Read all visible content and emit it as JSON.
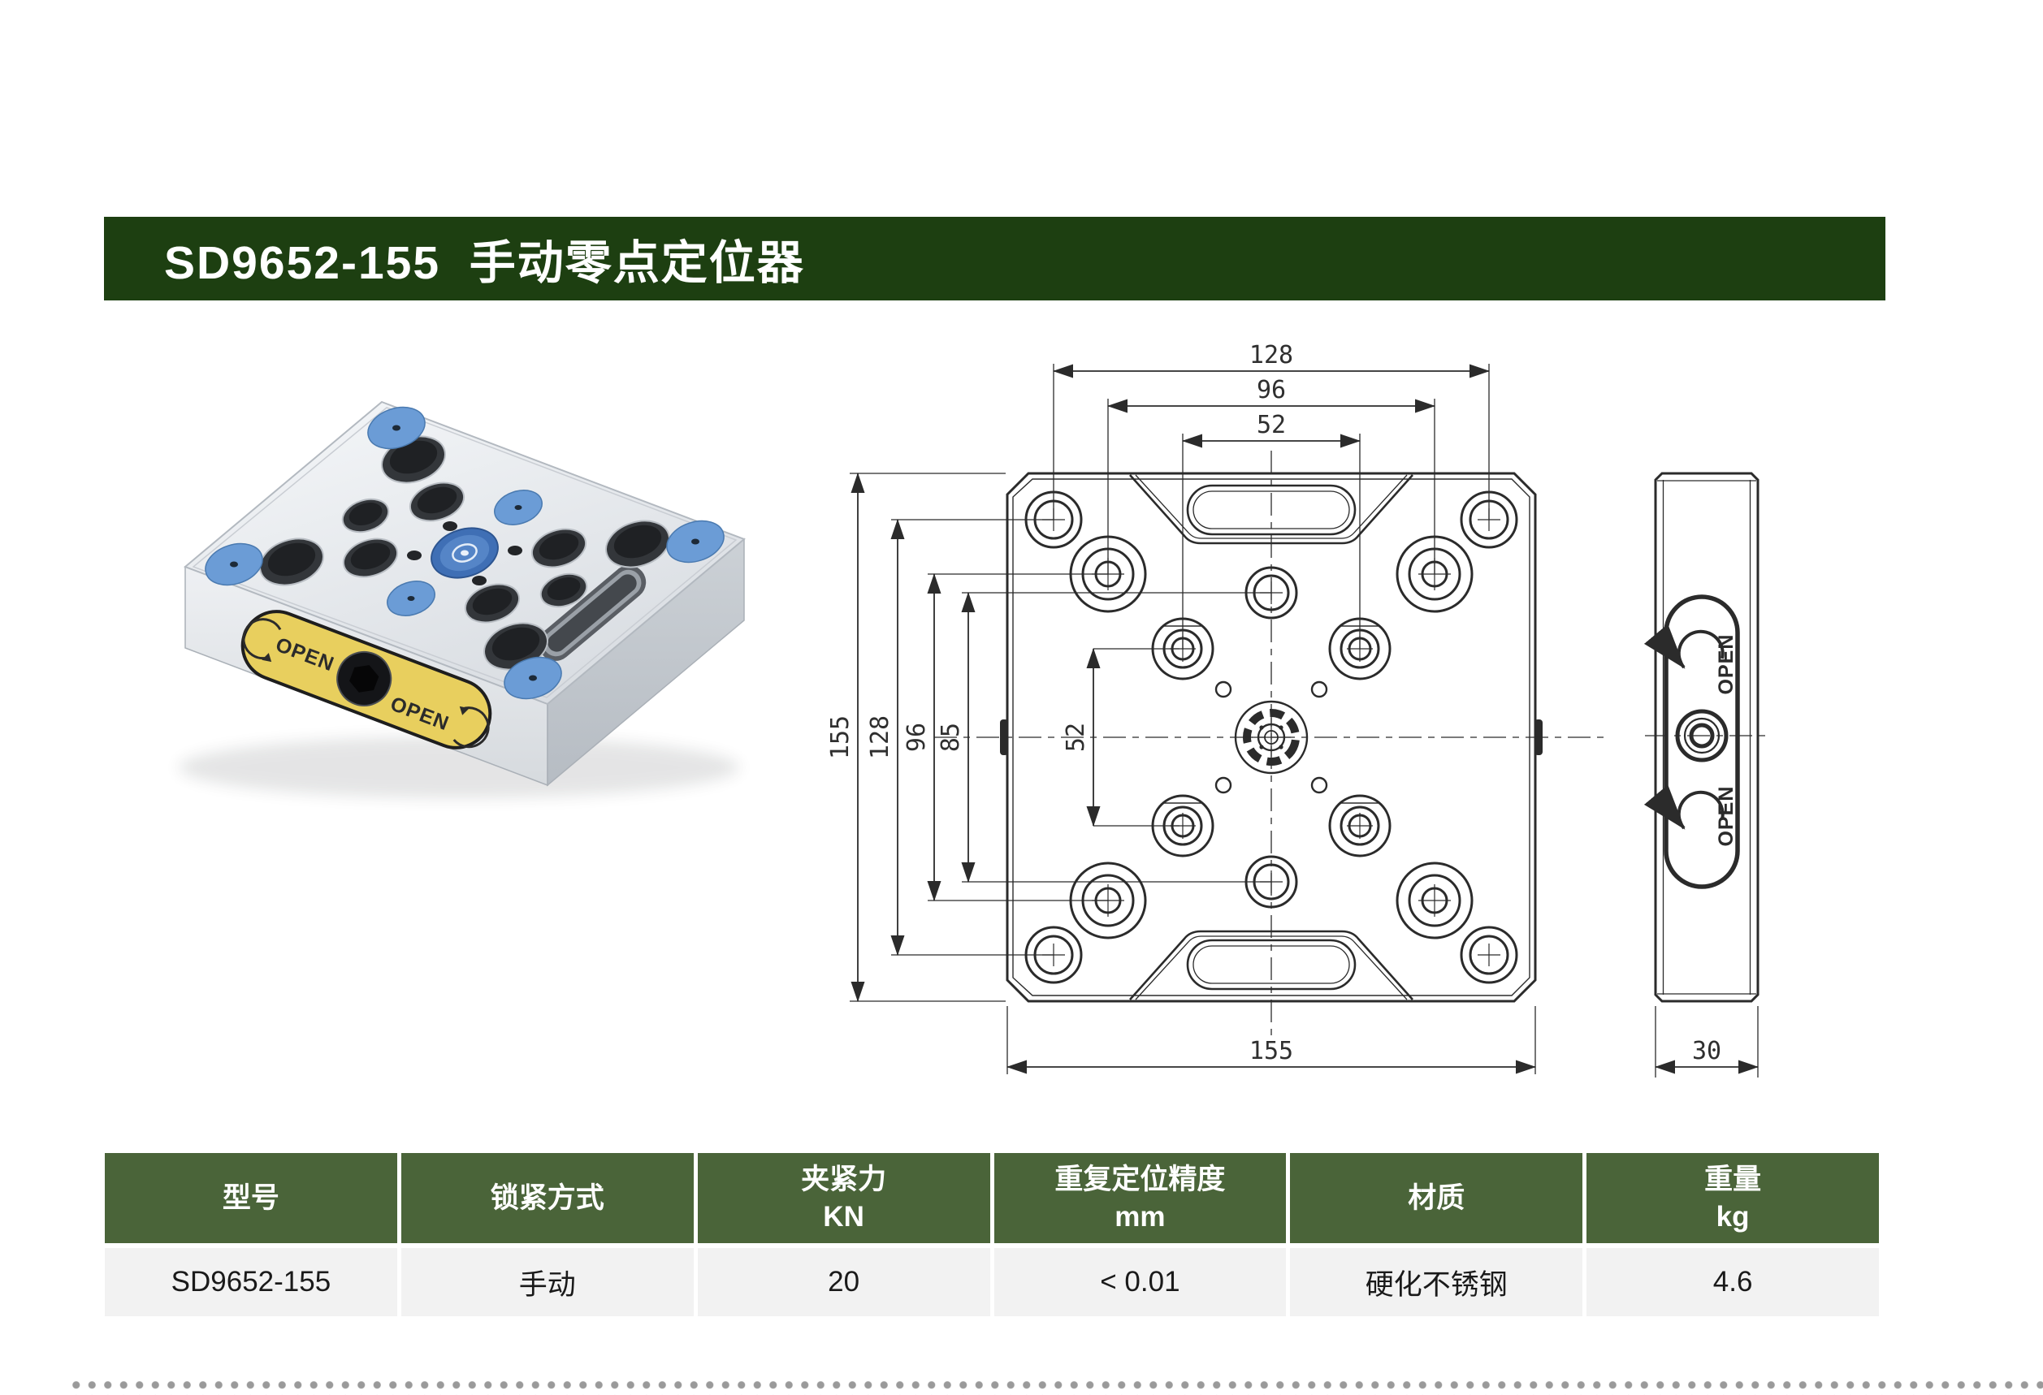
{
  "header": {
    "title": "SD9652-155  手动零点定位器"
  },
  "photo": {
    "open_left": "OPEN",
    "open_right": "OPEN"
  },
  "drawing": {
    "front": {
      "dim_top": [
        "128",
        "96",
        "52"
      ],
      "dim_left": [
        "155",
        "128",
        "96",
        "85"
      ],
      "dim_inner": "52",
      "dim_bottom": "155"
    },
    "side": {
      "dim_width": "30",
      "open_top": "OPEN",
      "open_bottom": "OPEN"
    }
  },
  "table": {
    "headers": [
      {
        "line1": "型号",
        "line2": ""
      },
      {
        "line1": "锁紧方式",
        "line2": ""
      },
      {
        "line1": "夹紧力",
        "line2": "KN"
      },
      {
        "line1": "重复定位精度",
        "line2": "mm"
      },
      {
        "line1": "材质",
        "line2": ""
      },
      {
        "line1": "重量",
        "line2": "kg"
      }
    ],
    "row": [
      "SD9652-155",
      "手动",
      "20",
      "< 0.01",
      "硬化不锈钢",
      "4.6"
    ]
  },
  "colors": {
    "title_bar": "#1d3f11",
    "table_header": "#4a6439",
    "row_bg": "#f2f2f2",
    "cap_blue": "#6b9cd6",
    "insert_blue": "#3f6fb5",
    "label_yellow": "#e8cf5e"
  }
}
